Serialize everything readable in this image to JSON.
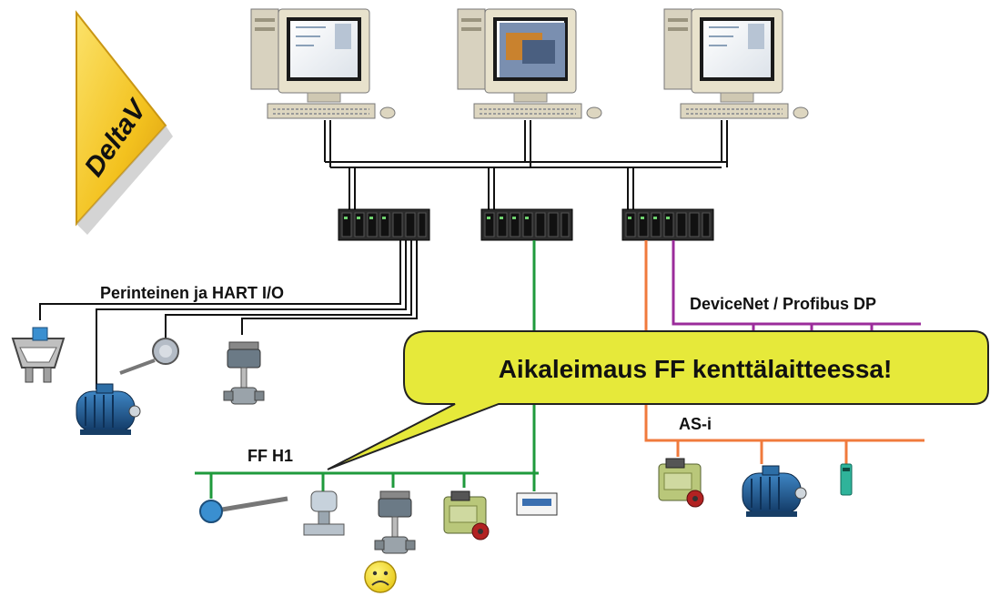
{
  "logo_text": "DeltaV",
  "labels": {
    "traditional_io": "Perinteinen ja HART I/O",
    "fieldbus_dp": "DeviceNet / Profibus DP",
    "ff_h1": "FF H1",
    "as_i": "AS-i"
  },
  "callout": "Aikaleimaus FF kenttälaitteessa!",
  "colors": {
    "control_network": "#111111",
    "ff_h1": "#1f9a3c",
    "profibus": "#9b2c9b",
    "as_i": "#f07a3c",
    "callout_fill": "#e6e93a",
    "logo": "#f3c21f"
  },
  "icons": {
    "workstation": "desktop-computer-icon",
    "controller": "io-rack-icon",
    "flowmeter": "flowmeter-icon",
    "motor": "electric-motor-icon",
    "valve": "control-valve-icon",
    "transmitter": "pressure-transmitter-icon",
    "sad_face": "sad-face-icon"
  }
}
